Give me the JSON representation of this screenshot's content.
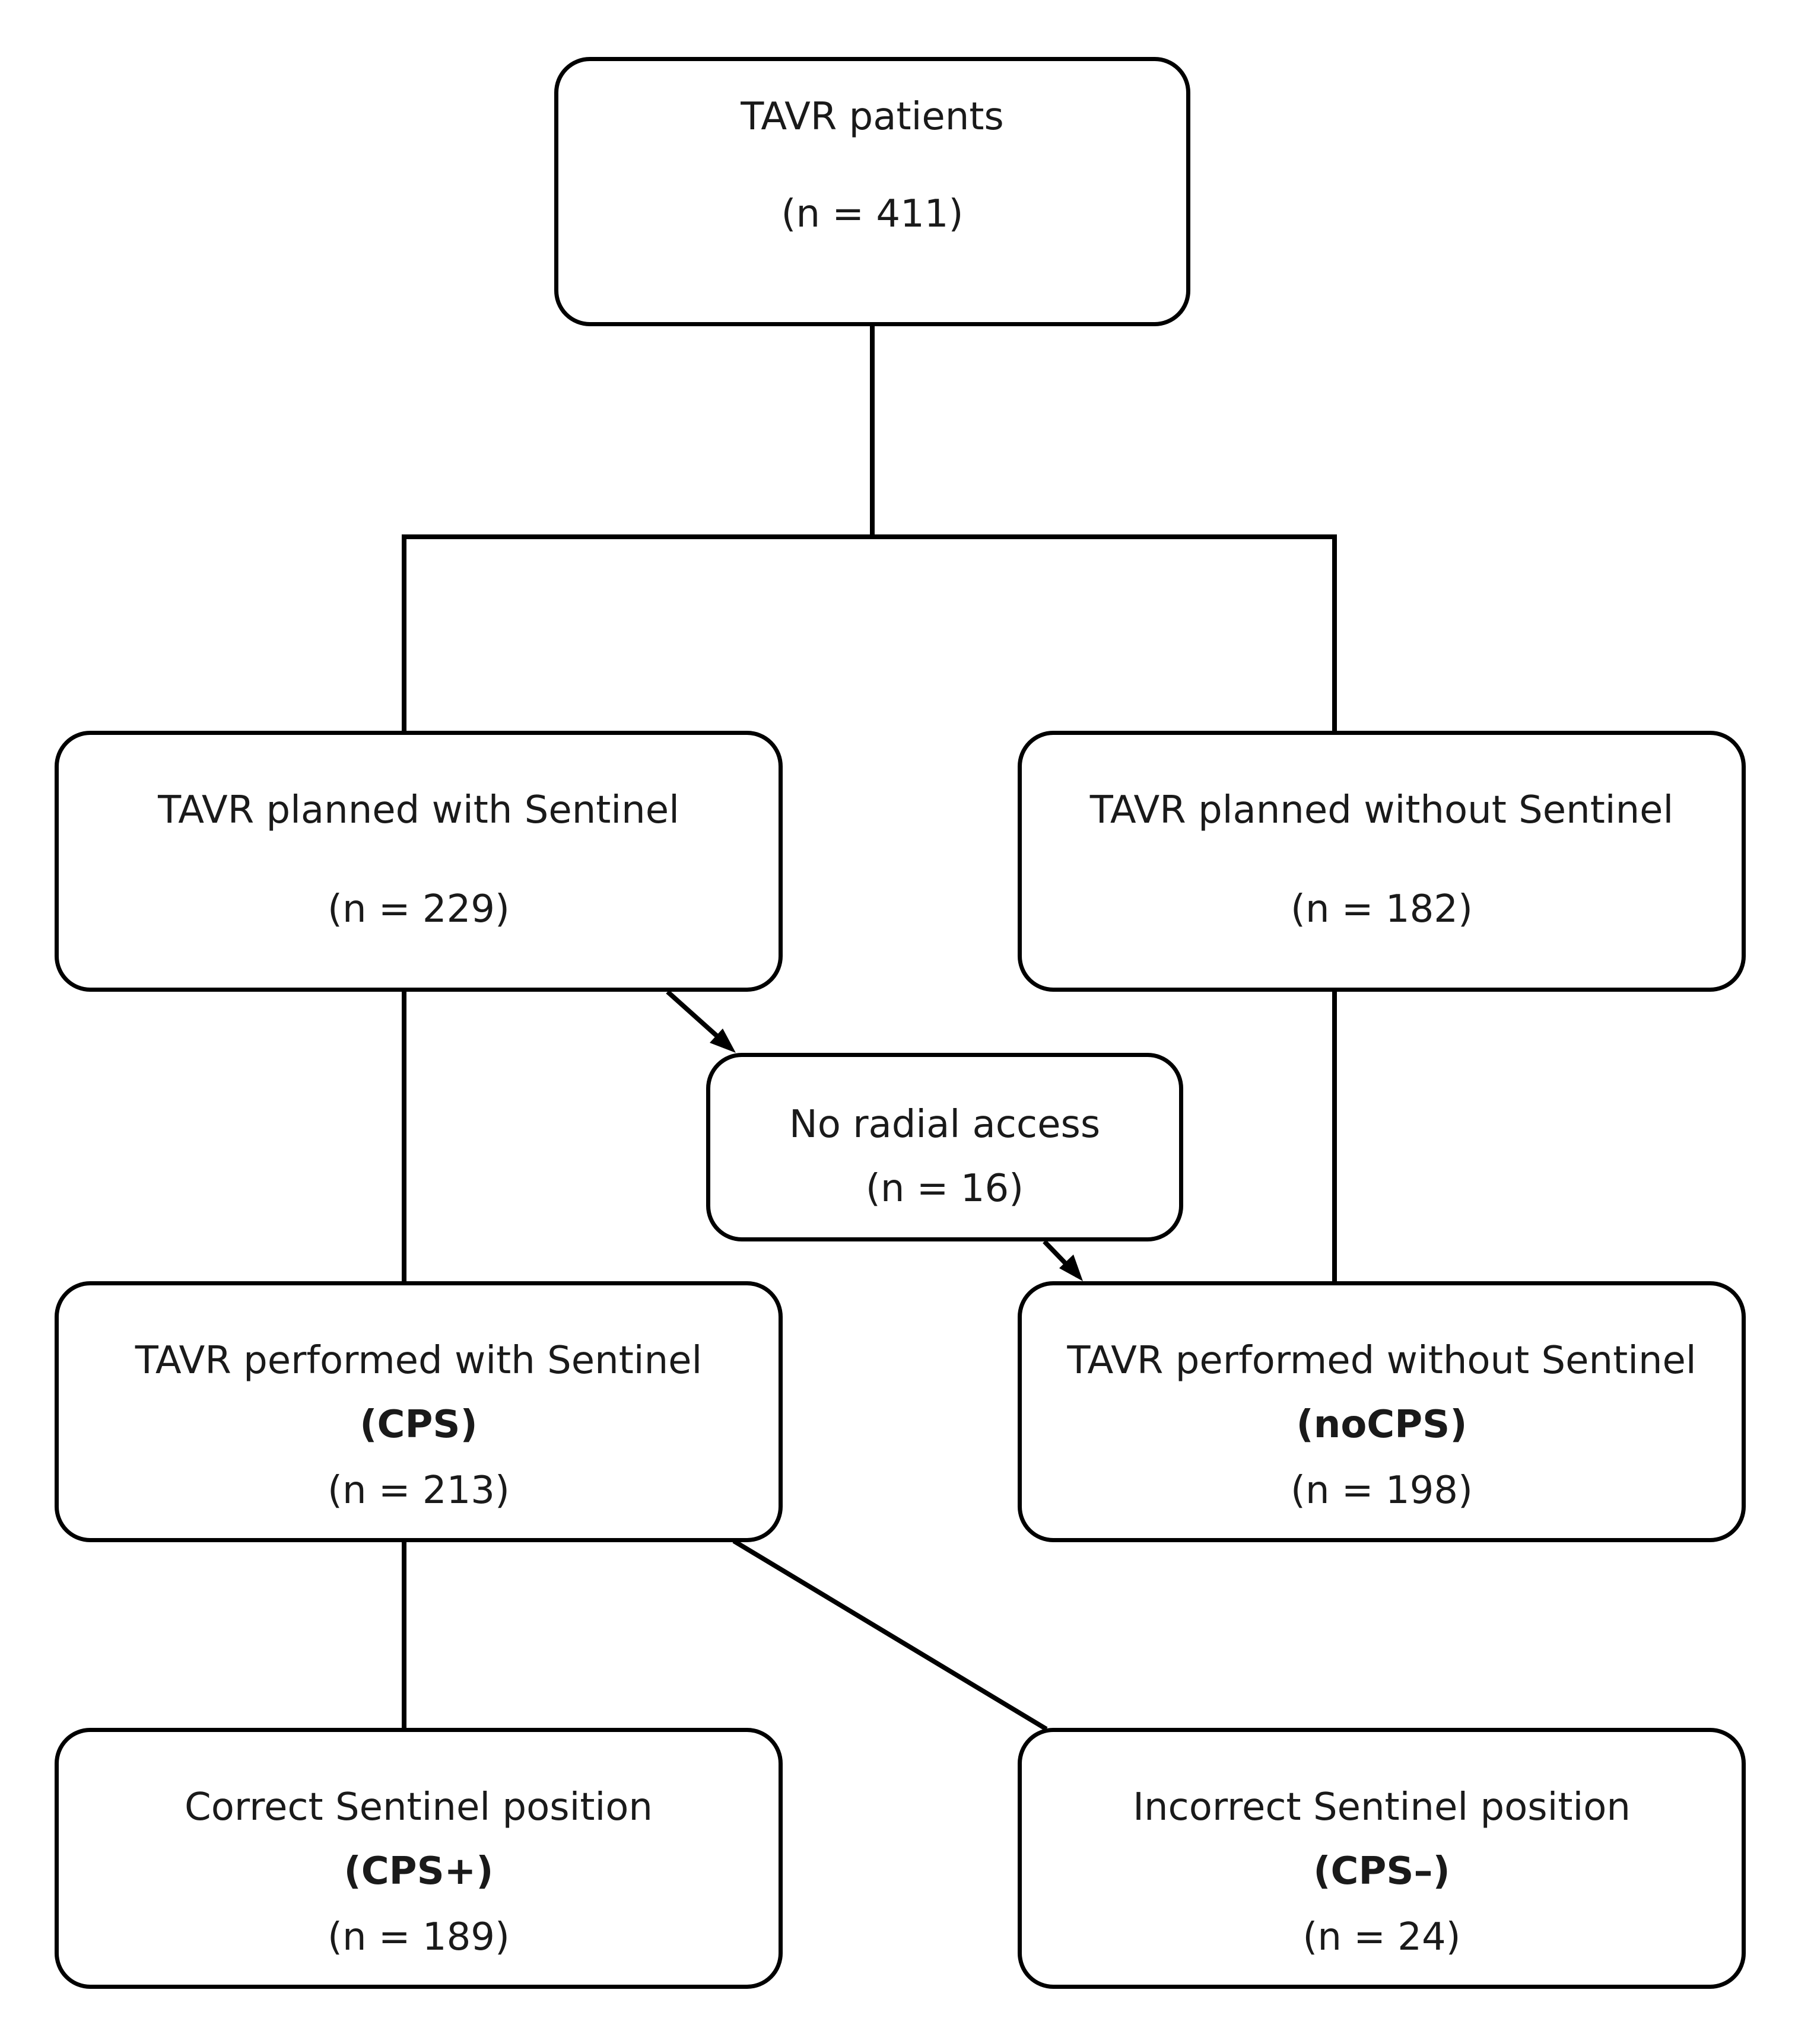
{
  "boxes": {
    "root": {
      "title": "TAVR patients",
      "n": "(n = 411)"
    },
    "planned_with": {
      "title": "TAVR planned with Sentinel",
      "n": "(n = 229)"
    },
    "planned_without": {
      "title": "TAVR planned without Sentinel",
      "n": "(n = 182)"
    },
    "no_radial": {
      "title": "No radial access",
      "n": "(n = 16)"
    },
    "performed_with": {
      "title": "TAVR performed with Sentinel",
      "group": "(CPS)",
      "n": "(n = 213)"
    },
    "performed_without": {
      "title": "TAVR performed without Sentinel",
      "group": "(noCPS)",
      "n": "(n = 198)"
    },
    "correct_position": {
      "title": "Correct Sentinel position",
      "group": "(CPS+)",
      "n": "(n = 189)"
    },
    "incorrect_position": {
      "title": "Incorrect Sentinel position",
      "group": "(CPS–)",
      "n": "(n = 24)"
    }
  }
}
